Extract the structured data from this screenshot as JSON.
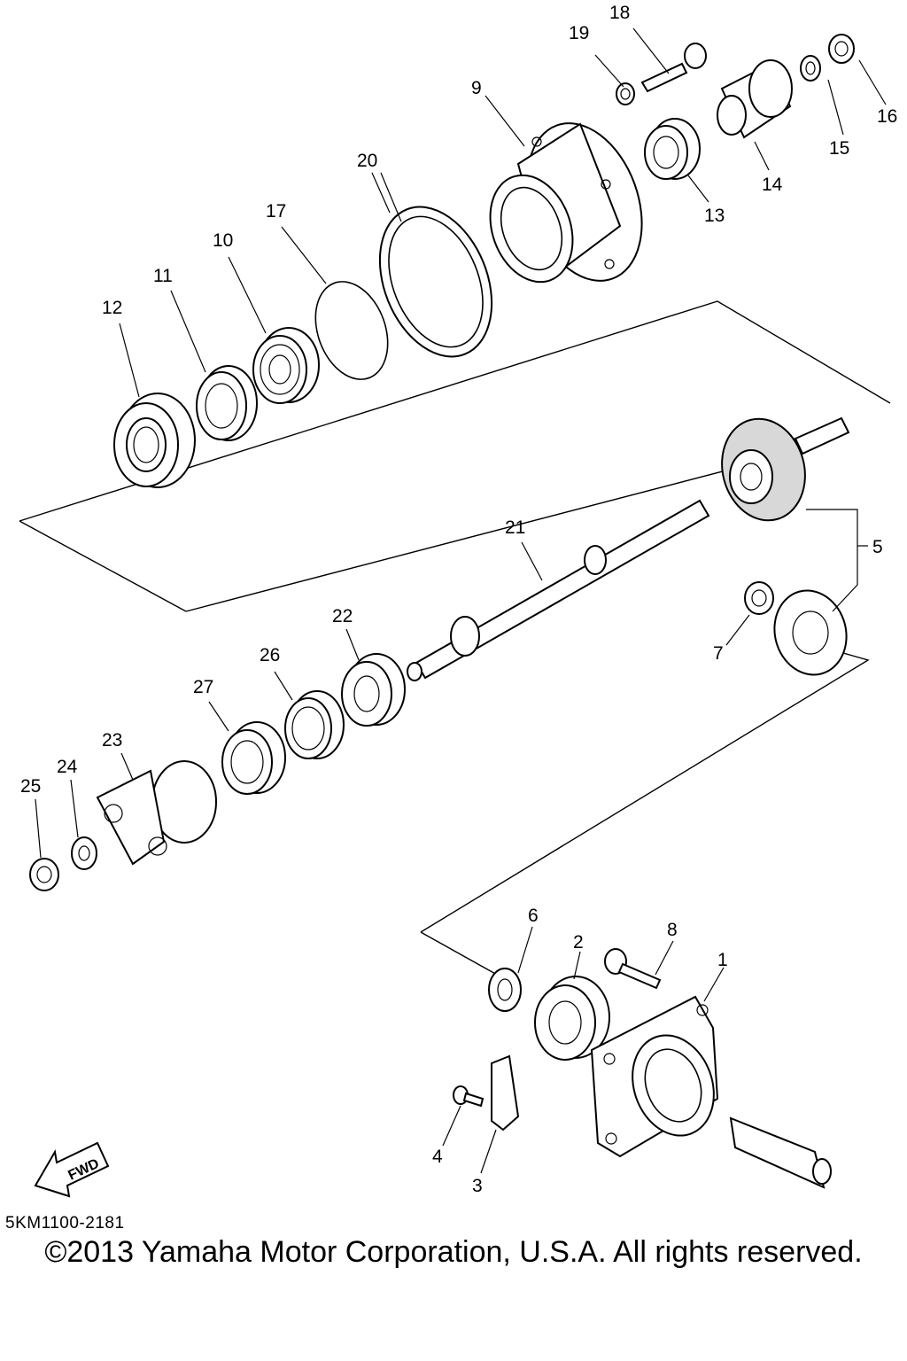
{
  "diagram": {
    "code": "5KM1100-2181",
    "copyright": "©2013 Yamaha Motor Corporation, U.S.A. All rights reserved.",
    "fwd_label": "FWD"
  },
  "callouts": [
    "1",
    "2",
    "3",
    "4",
    "5",
    "6",
    "7",
    "8",
    "9",
    "10",
    "11",
    "12",
    "13",
    "14",
    "15",
    "16",
    "17",
    "18",
    "19",
    "20",
    "21",
    "22",
    "23",
    "24",
    "25",
    "26",
    "27"
  ]
}
